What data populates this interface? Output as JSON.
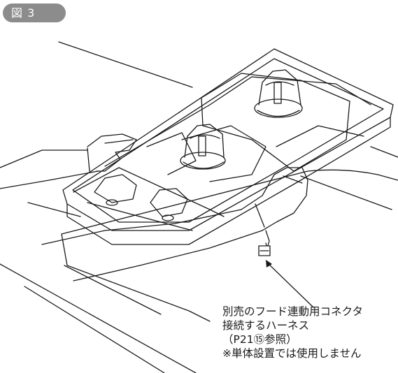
{
  "figure": {
    "label": "図 3",
    "badge_color": "#8c8c8c"
  },
  "callout": {
    "lines": [
      "別売のフード連動用コネクタ",
      "接続するハーネス",
      "（P21⑮参照）",
      "※単体設置では使用しません"
    ]
  }
}
